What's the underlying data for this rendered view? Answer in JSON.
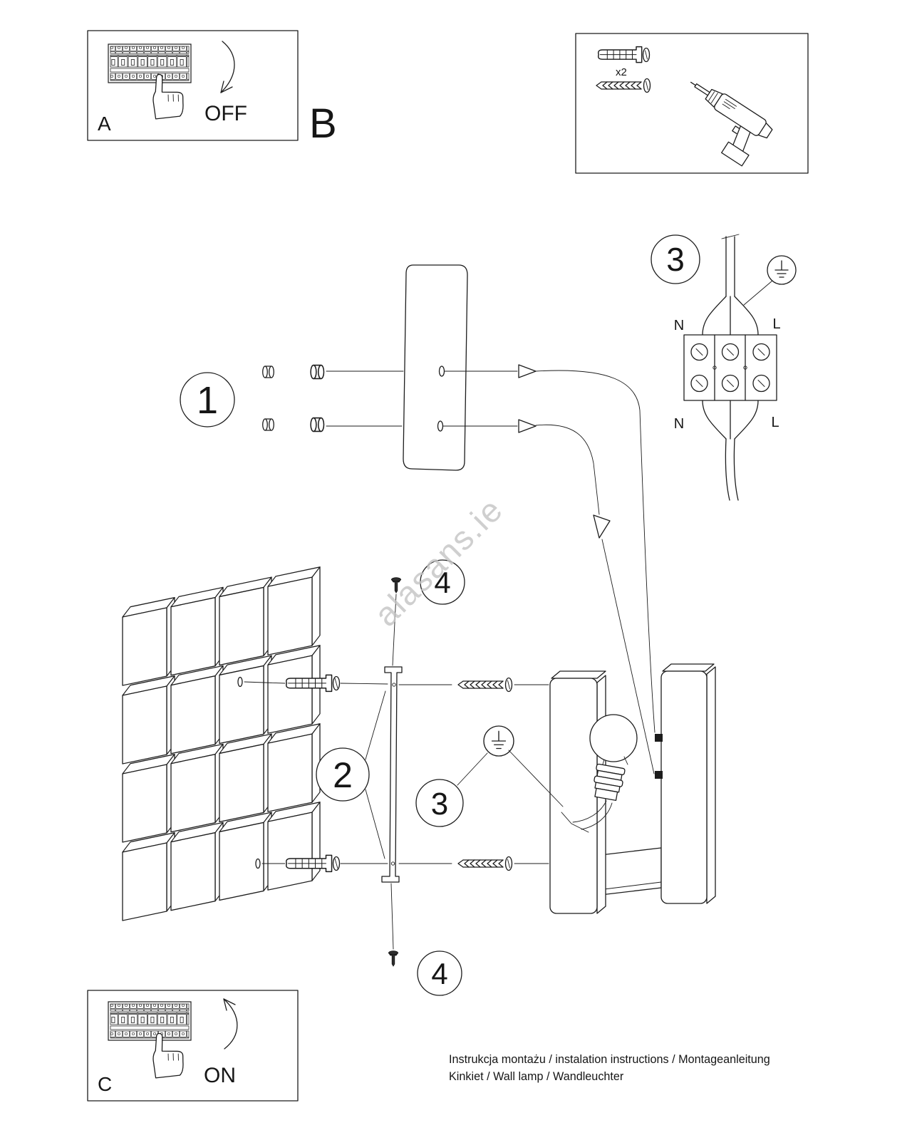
{
  "document": {
    "watermark": "alasans.ie",
    "footer_line1": "Instrukcja montażu / instalation instructions / Montageanleitung",
    "footer_line2": "Kinkiet / Wall lamp / Wandleuchter"
  },
  "power_panels": {
    "a_label": "A",
    "a_state": "OFF",
    "c_label": "C",
    "c_state": "ON"
  },
  "parts_box": {
    "b_label": "B",
    "screw_count": "x2"
  },
  "steps": {
    "s1": "1",
    "s2": "2",
    "s3": "3",
    "s4": "4"
  },
  "wiring": {
    "neutral": "N",
    "live": "L"
  },
  "colors": {
    "line": "#1c1c1c",
    "watermark": "#c4c4c4"
  }
}
